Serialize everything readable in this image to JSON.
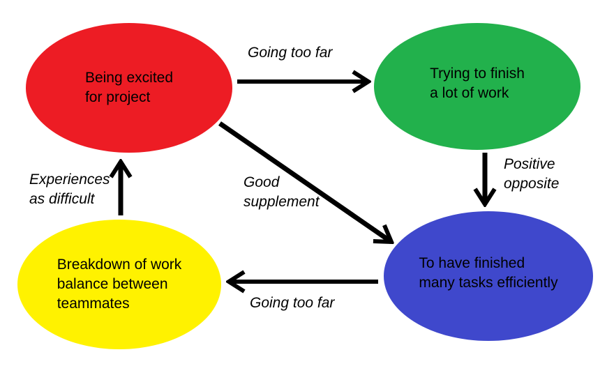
{
  "diagram": {
    "background_color": "#ffffff",
    "arrow_color": "#000000",
    "text_color": "#000000",
    "nodes": {
      "red": {
        "color": "#ed1c24",
        "label_lines": [
          "Being excited",
          "for project"
        ]
      },
      "green": {
        "color": "#22b14c",
        "label_lines": [
          "Trying to finish",
          "a lot of work"
        ]
      },
      "yellow": {
        "color": "#fff200",
        "label_lines": [
          "Breakdown of work",
          "balance between",
          "teammates"
        ]
      },
      "blue": {
        "color": "#3f48cc",
        "label_lines": [
          "To have finished",
          "many tasks efficiently"
        ]
      }
    },
    "edges": {
      "red_to_green": {
        "label_lines": [
          "Going too far"
        ]
      },
      "green_to_blue": {
        "label_lines": [
          "Positive",
          "opposite"
        ]
      },
      "red_to_blue": {
        "label_lines": [
          "Good",
          "supplement"
        ]
      },
      "blue_to_yellow": {
        "label_lines": [
          "Going too far"
        ]
      },
      "yellow_to_red": {
        "label_lines": [
          "Experiences",
          "as difficult"
        ]
      }
    }
  }
}
